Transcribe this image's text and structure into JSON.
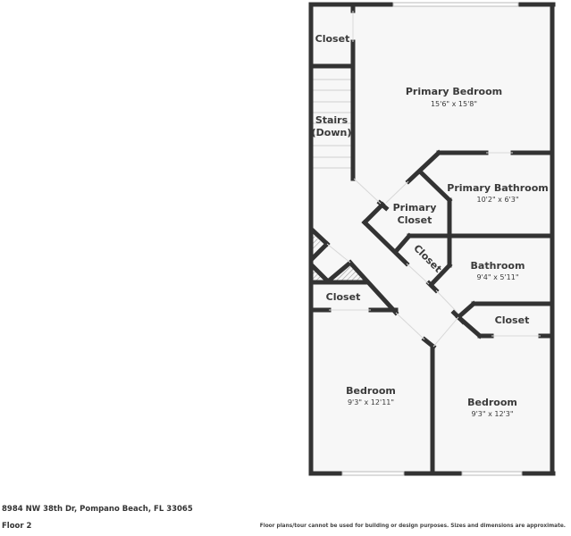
{
  "colors": {
    "wall": "#333333",
    "floor_fill": "#f7f7f7",
    "background": "#ffffff",
    "text": "#3a3a3a"
  },
  "rooms": {
    "closet_top_left": {
      "name": "Closet"
    },
    "stairs": {
      "name_line1": "Stairs",
      "name_line2": "(Down)"
    },
    "primary_bedroom": {
      "name": "Primary Bedroom",
      "dims": "15'6\" x 15'8\""
    },
    "primary_bathroom": {
      "name": "Primary Bathroom",
      "dims": "10'2\" x 6'3\""
    },
    "primary_closet": {
      "name_line1": "Primary",
      "name_line2": "Closet"
    },
    "closet_diagonal": {
      "name": "Closet"
    },
    "bathroom": {
      "name": "Bathroom",
      "dims": "9'4\" x 5'11\""
    },
    "closet_mid_left": {
      "name": "Closet"
    },
    "closet_mid_right": {
      "name": "Closet"
    },
    "bedroom_left": {
      "name": "Bedroom",
      "dims": "9'3\" x 12'11\""
    },
    "bedroom_right": {
      "name": "Bedroom",
      "dims": "9'3\" x 12'3\""
    }
  },
  "footer": {
    "address": "8984 NW 38th Dr, Pompano Beach, FL 33065",
    "floor_label": "Floor 2",
    "disclaimer": "Floor plans/tour cannot be used for building or design purposes. Sizes and dimensions are approximate."
  }
}
